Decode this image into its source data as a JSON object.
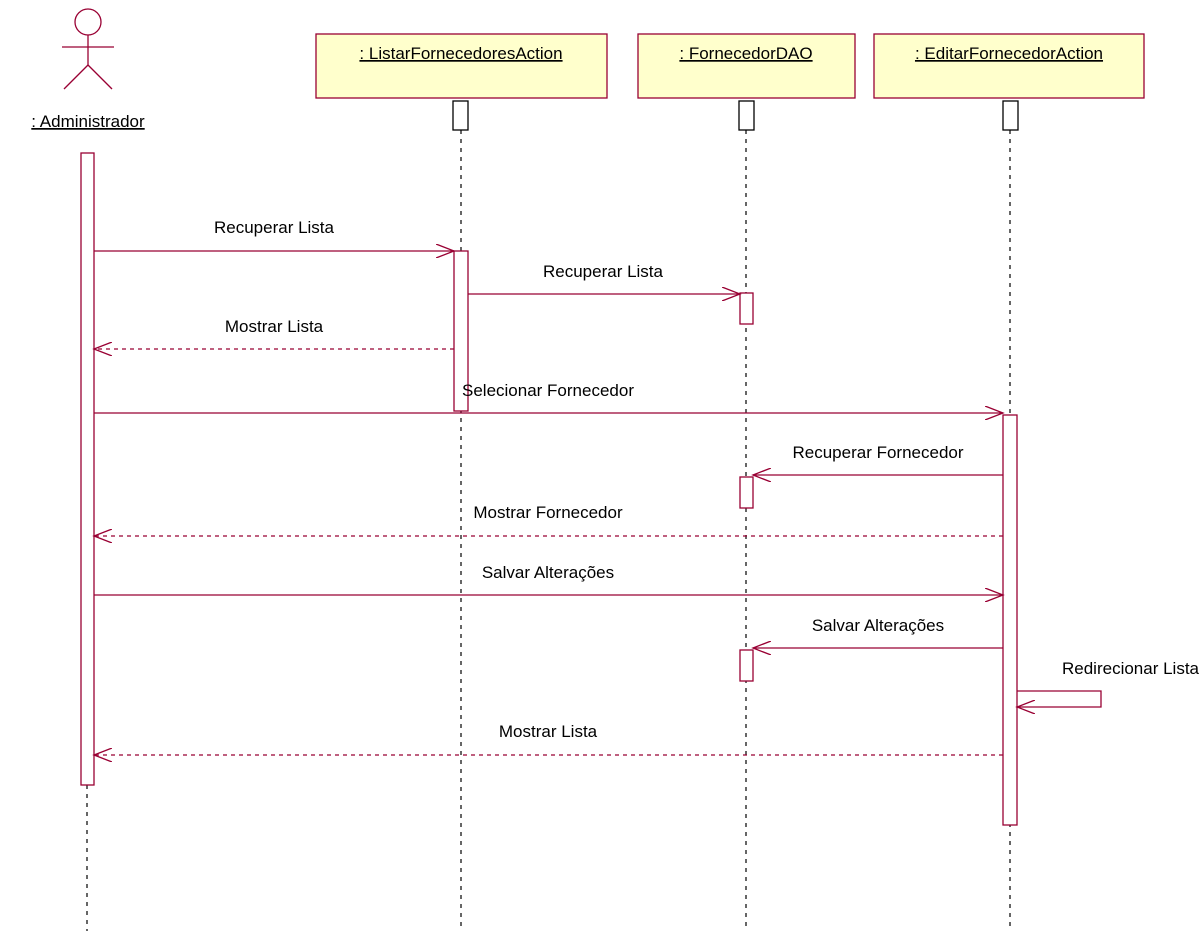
{
  "actor": {
    "name": ": Administrador"
  },
  "objects": [
    {
      "name": ": ListarFornecedoresAction"
    },
    {
      "name": ": FornecedorDAO"
    },
    {
      "name": ": EditarFornecedorAction"
    }
  ],
  "messages": [
    {
      "label": "Recuperar Lista",
      "from": "Administrador",
      "to": "ListarFornecedoresAction",
      "kind": "call"
    },
    {
      "label": "Recuperar Lista",
      "from": "ListarFornecedoresAction",
      "to": "FornecedorDAO",
      "kind": "call"
    },
    {
      "label": "Mostrar Lista",
      "from": "ListarFornecedoresAction",
      "to": "Administrador",
      "kind": "return"
    },
    {
      "label": "Selecionar Fornecedor",
      "from": "Administrador",
      "to": "EditarFornecedorAction",
      "kind": "call"
    },
    {
      "label": "Recuperar Fornecedor",
      "from": "EditarFornecedorAction",
      "to": "FornecedorDAO",
      "kind": "call"
    },
    {
      "label": "Mostrar Fornecedor",
      "from": "EditarFornecedorAction",
      "to": "Administrador",
      "kind": "return"
    },
    {
      "label": "Salvar Alterações",
      "from": "Administrador",
      "to": "EditarFornecedorAction",
      "kind": "call"
    },
    {
      "label": "Salvar Alterações",
      "from": "EditarFornecedorAction",
      "to": "FornecedorDAO",
      "kind": "call"
    },
    {
      "label": "Redirecionar Lista",
      "from": "EditarFornecedorAction",
      "to": "EditarFornecedorAction",
      "kind": "self"
    },
    {
      "label": "Mostrar Lista",
      "from": "EditarFornecedorAction",
      "to": "Administrador",
      "kind": "return"
    }
  ],
  "colors": {
    "line": "#990033",
    "object_fill": "#ffffcc",
    "object_border": "#990033",
    "lifeline": "#000000"
  }
}
